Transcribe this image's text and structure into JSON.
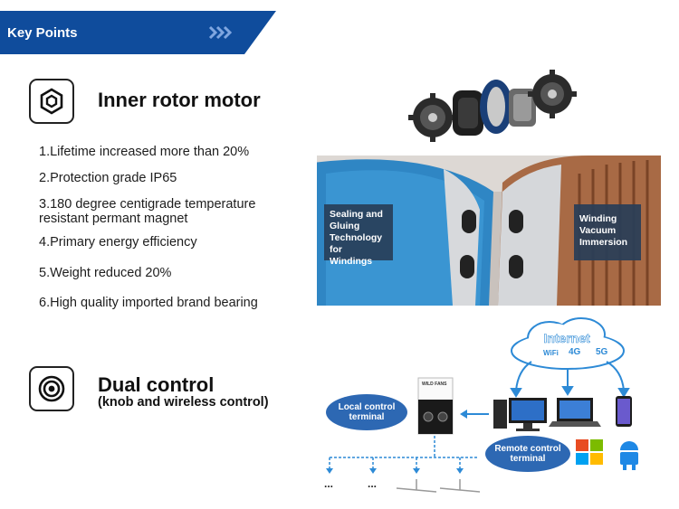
{
  "banner": {
    "title": "Key Points",
    "arrows": "»»»"
  },
  "section1": {
    "icon": "hexagon-nut-icon",
    "title": "Inner rotor motor",
    "points": [
      "1.Lifetime increased more than 20%",
      "2.Protection grade IP65",
      "3.180 degree centigrade temperature resistant permant magnet",
      "4.Primary energy efficiency",
      "5.Weight reduced 20%",
      "6.High quality imported brand bearing"
    ],
    "photo_captions": {
      "left": "Sealing and Gluing Technology for Windings",
      "right": "Winding Vacuum Immersion"
    }
  },
  "section2": {
    "icon": "concentric-circles-icon",
    "title": "Dual control",
    "subtitle": "(knob and wireless control)",
    "diagram": {
      "cloud_label": "Internet",
      "network_labels": [
        "WiFi",
        "4G",
        "5G"
      ],
      "local_label": "Local control terminal",
      "remote_label": "Remote control terminal",
      "device_label": "WILD FANS",
      "dots": [
        "...",
        "..."
      ]
    }
  },
  "colors": {
    "brand_blue": "#0f4c9c",
    "bubble_blue": "#2d68b3",
    "caption_bg": "#283e58"
  }
}
